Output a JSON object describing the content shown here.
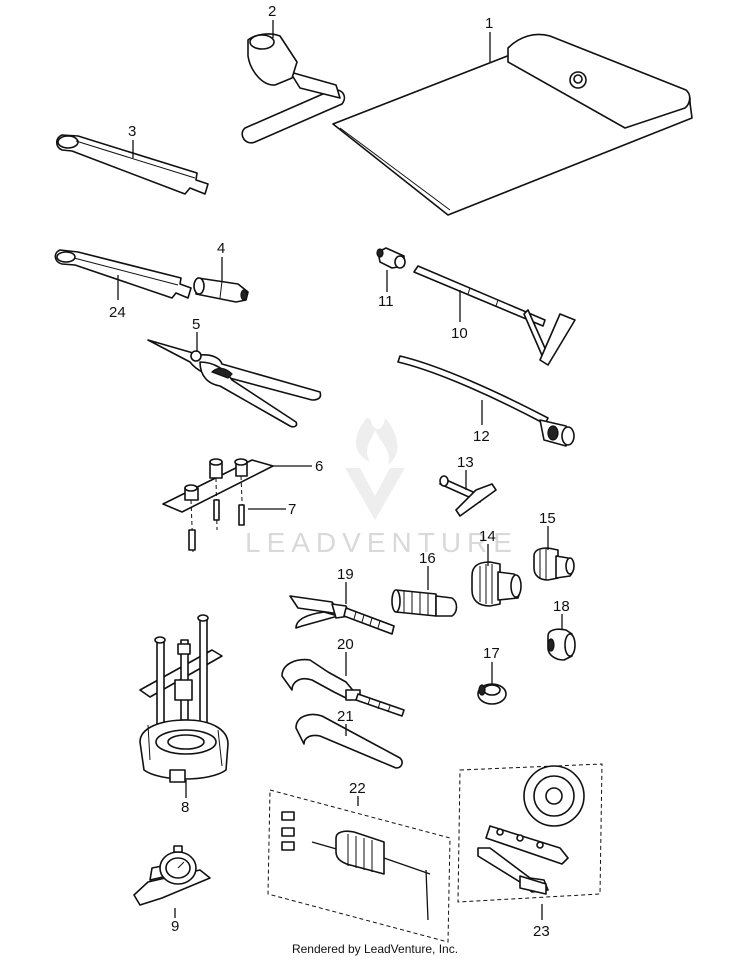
{
  "watermark": {
    "text": "LEADVENTURE"
  },
  "callouts": [
    "1",
    "2",
    "3",
    "4",
    "5",
    "6",
    "7",
    "8",
    "9",
    "10",
    "11",
    "12",
    "13",
    "14",
    "15",
    "16",
    "17",
    "18",
    "19",
    "20",
    "21",
    "22",
    "23",
    "24"
  ],
  "footer": "Rendered by LeadVenture, Inc."
}
